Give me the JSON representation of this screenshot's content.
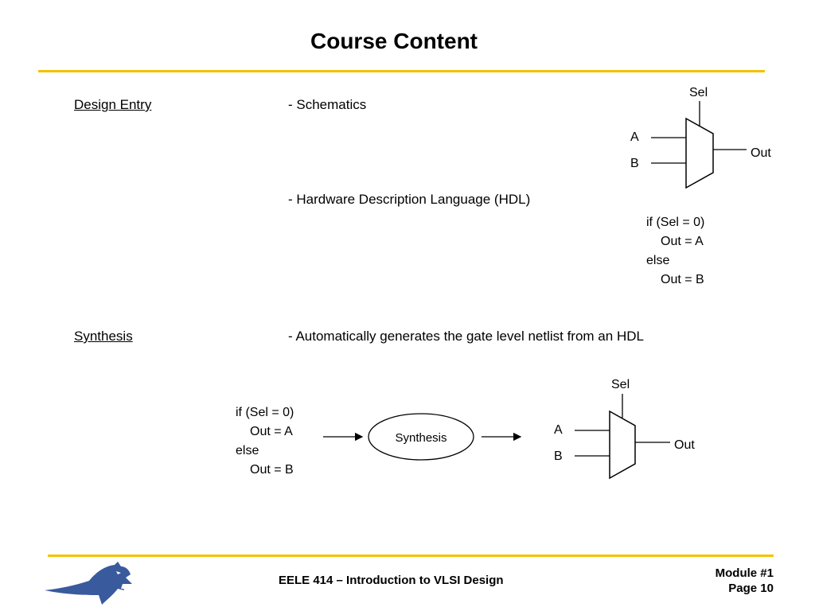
{
  "title": "Course Content",
  "colors": {
    "accent": "#F2C200",
    "logo": "#3A5A9E"
  },
  "design_entry": {
    "label": "Design Entry",
    "schematics": "- Schematics",
    "hdl": "- Hardware Description Language (HDL)",
    "code": [
      "if (Sel = 0)",
      "Out = A",
      "else",
      "Out = B"
    ],
    "mux": {
      "sel": "Sel",
      "a": "A",
      "b": "B",
      "out": "Out"
    }
  },
  "synthesis": {
    "label": "Synthesis",
    "desc": "- Automatically generates the gate level netlist from an HDL",
    "code": [
      "if (Sel = 0)",
      "Out = A",
      "else",
      "Out = B"
    ],
    "box_label": "Synthesis",
    "mux": {
      "sel": "Sel",
      "a": "A",
      "b": "B",
      "out": "Out"
    }
  },
  "footer": {
    "logo": "bobcat-logo",
    "course": "EELE 414 – Introduction to VLSI Design",
    "module": "Module #1",
    "page": "Page 10"
  }
}
